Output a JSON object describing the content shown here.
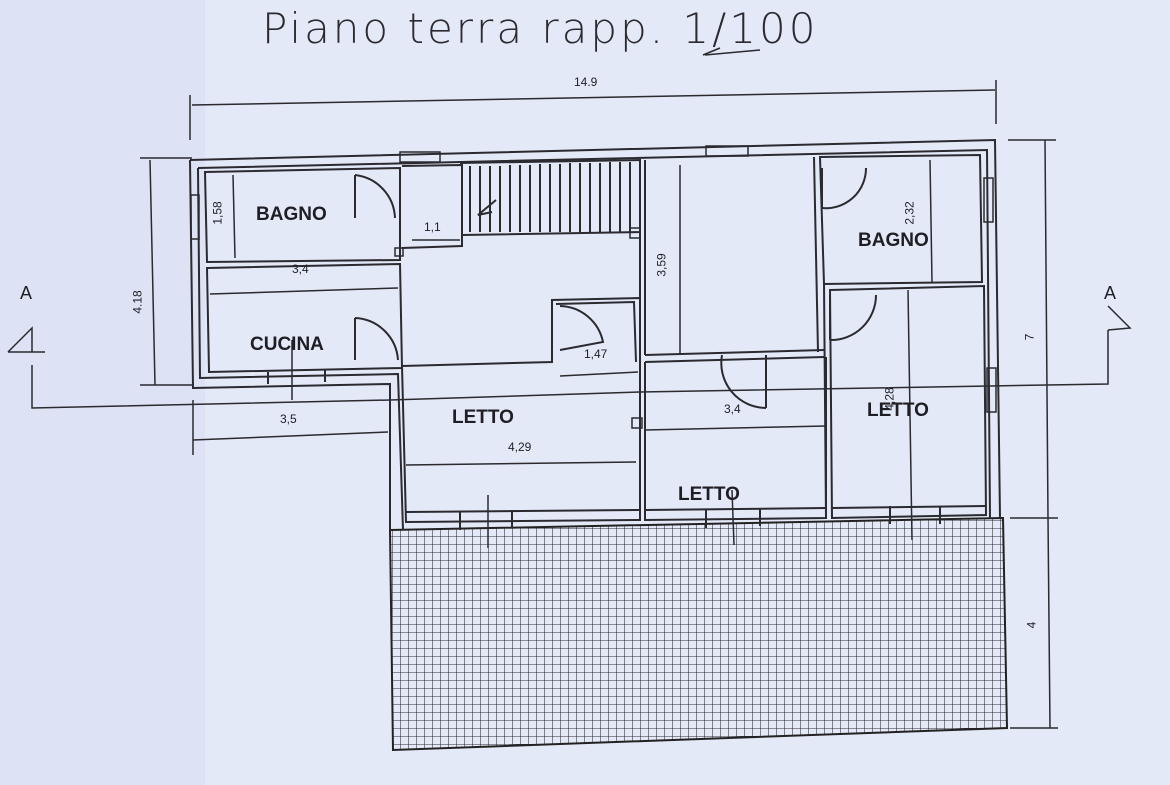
{
  "title": "Piano  terra  rapp.  1/100",
  "section_markers": {
    "left": "A",
    "right": "A"
  },
  "rooms": {
    "bagno_left": "BAGNO",
    "bagno_right": "BAGNO",
    "cucina": "CUCINA",
    "letto_center": "LETTO",
    "letto_bottom": "LETTO",
    "letto_right": "LETTO"
  },
  "dimensions": {
    "total_width": "14.9",
    "total_height_left": "4.18",
    "total_height_right": "7",
    "terrace_depth": "4",
    "bagno_left_h": "1,58",
    "bagno_left_w": "3,4",
    "cucina_w": "3,5",
    "hall_w": "1,1",
    "stair_h": "3,59",
    "bagno_right_h": "2,32",
    "letto_w": "4,29",
    "door_w": "1,47",
    "corridor_w": "3,4",
    "letto_right_h": "4,28"
  }
}
